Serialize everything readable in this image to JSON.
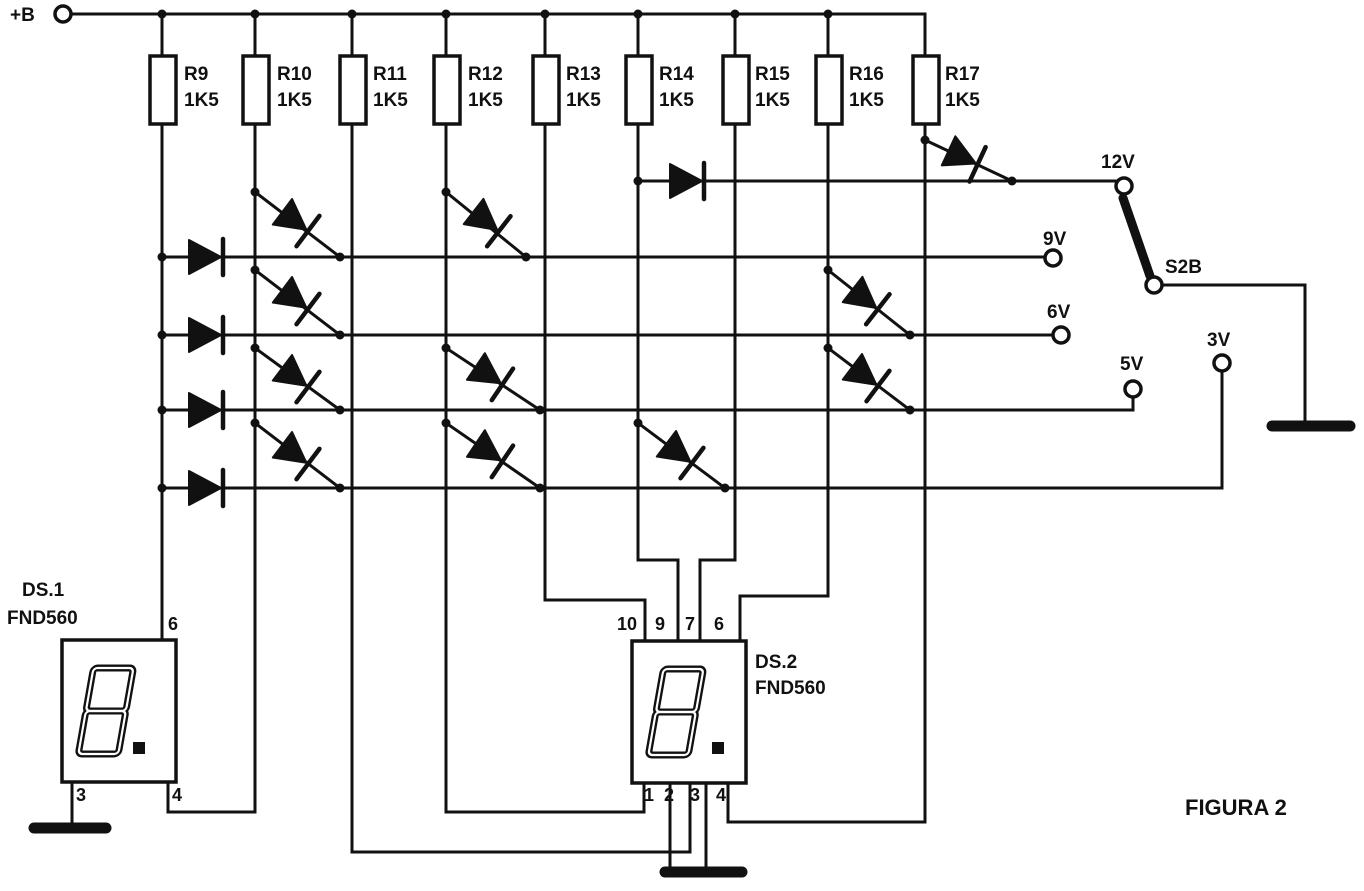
{
  "supply": {
    "label": "+B"
  },
  "resistors": [
    {
      "name": "R9",
      "value": "1K5"
    },
    {
      "name": "R10",
      "value": "1K5"
    },
    {
      "name": "R11",
      "value": "1K5"
    },
    {
      "name": "R12",
      "value": "1K5"
    },
    {
      "name": "R13",
      "value": "1K5"
    },
    {
      "name": "R14",
      "value": "1K5"
    },
    {
      "name": "R15",
      "value": "1K5"
    },
    {
      "name": "R16",
      "value": "1K5"
    },
    {
      "name": "R17",
      "value": "1K5"
    }
  ],
  "switch": {
    "name": "S2B",
    "positions": [
      "12V",
      "9V",
      "6V",
      "5V",
      "3V"
    ]
  },
  "displays": [
    {
      "name": "DS.1",
      "part": "FND560",
      "pins": [
        "6",
        "3",
        "4"
      ]
    },
    {
      "name": "DS.2",
      "part": "FND560",
      "pins": [
        "10",
        "9",
        "7",
        "6",
        "1",
        "2",
        "3",
        "4"
      ]
    }
  ],
  "figure_label": "FIGURA 2"
}
